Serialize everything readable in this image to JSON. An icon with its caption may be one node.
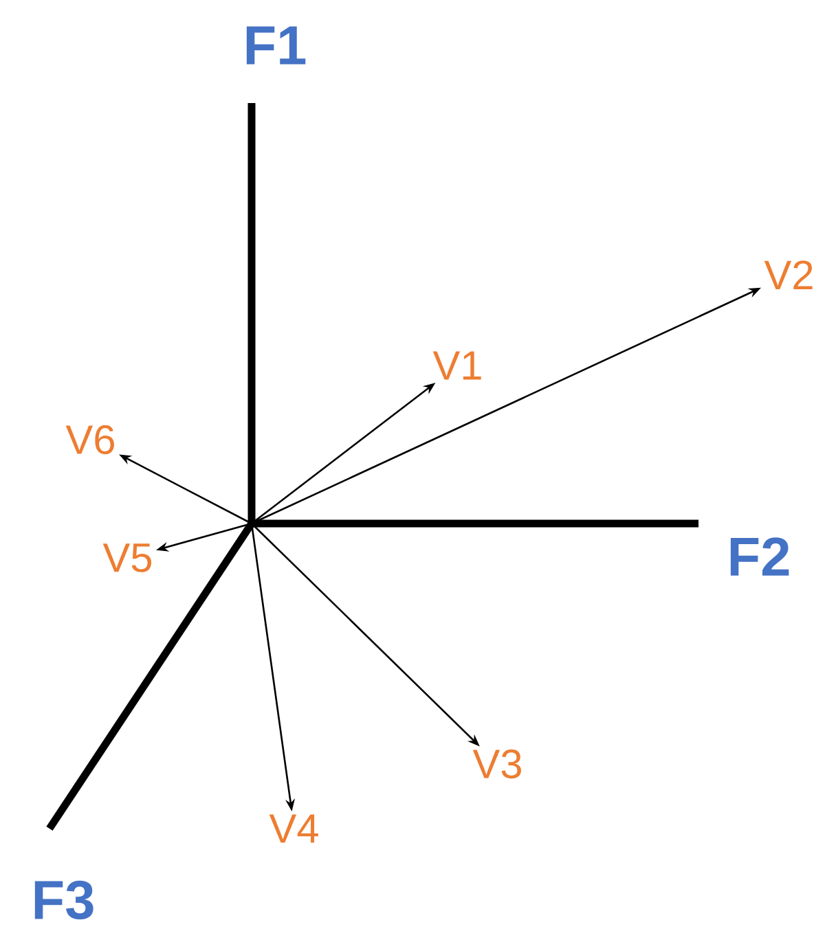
{
  "diagram": {
    "nodes": [
      {
        "text": [
          "V1"
        ]
      },
      {
        "text": [
          "V2"
        ]
      },
      {
        "text": [
          "V3"
        ]
      },
      {
        "text": [
          "V4"
        ]
      },
      {
        "text": [
          "V5"
        ]
      },
      {
        "text": [
          "V6"
        ]
      }
    ],
    "edges": [
      {
        "from": null,
        "to": 0,
        "arrow": "to"
      },
      {
        "from": null,
        "to": 1,
        "arrow": "to"
      },
      {
        "from": null,
        "to": 2,
        "arrow": "to"
      },
      {
        "from": null,
        "to": 3,
        "arrow": "to"
      },
      {
        "from": null,
        "to": 4,
        "arrow": "to"
      },
      {
        "from": null,
        "to": 5,
        "arrow": "to"
      }
    ],
    "labels": [
      "F1",
      "F2",
      "F3"
    ]
  }
}
